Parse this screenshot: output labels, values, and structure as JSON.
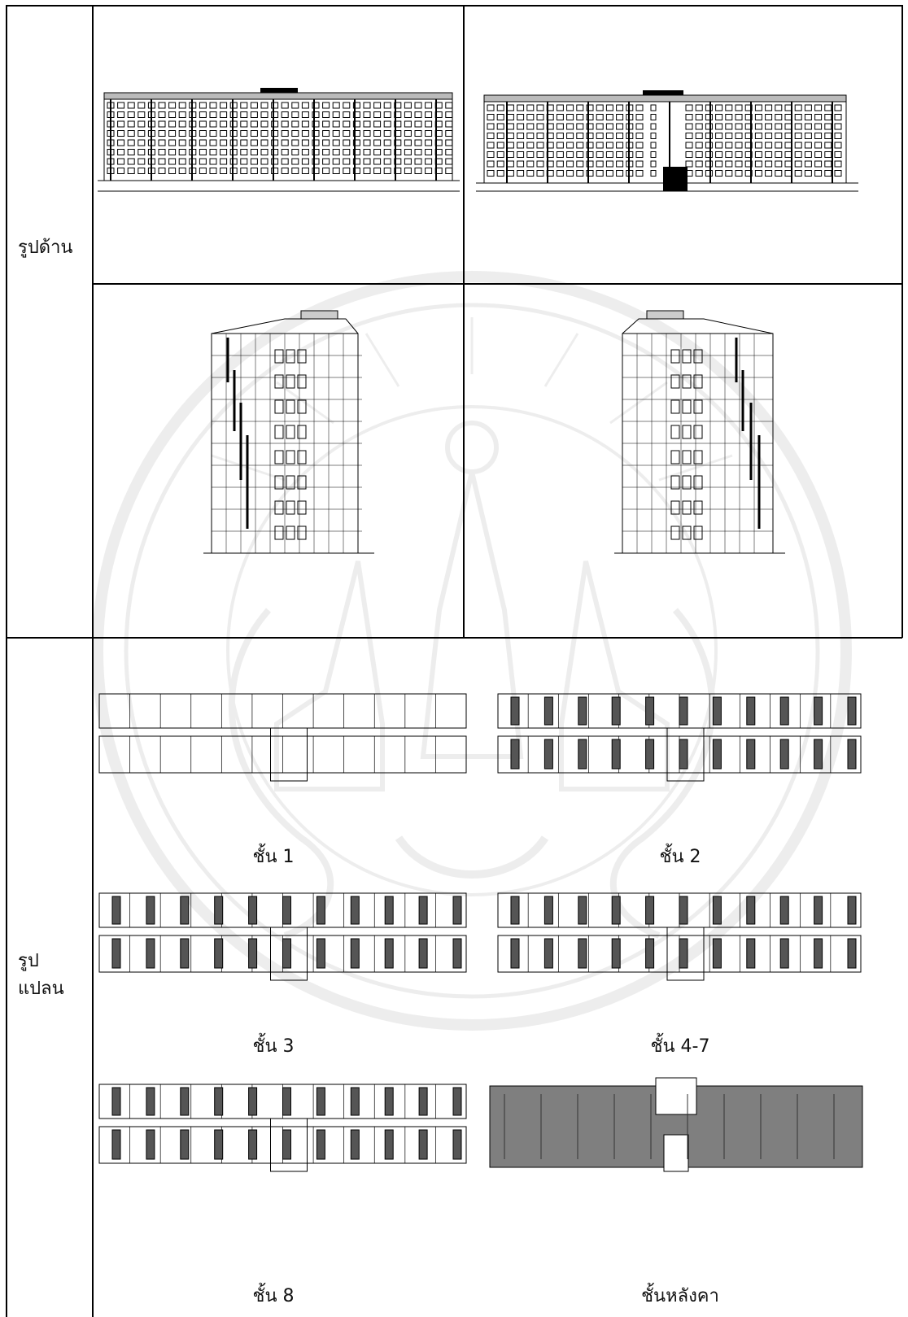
{
  "row_labels": {
    "elevation": "รูปด้าน",
    "plan_line1": "รูป",
    "plan_line2": "แปลน"
  },
  "plans": [
    {
      "label": "ชั้น 1"
    },
    {
      "label": "ชั้น 2"
    },
    {
      "label": "ชั้น 3"
    },
    {
      "label": "ชั้น 4-7"
    },
    {
      "label": "ชั้น 8"
    },
    {
      "label": "ชั้นหลังคา"
    }
  ],
  "colors": {
    "line": "#000000",
    "roof_fill": "#7f7f7f",
    "watermark": "#888888"
  }
}
